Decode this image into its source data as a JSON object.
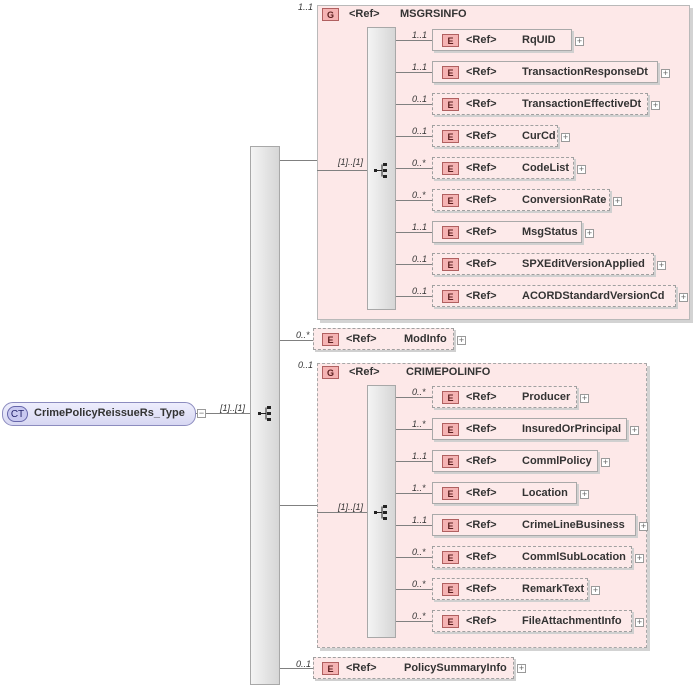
{
  "root": {
    "badge": "CT",
    "name": "CrimePolicyReissueRs_Type",
    "collapse": "−",
    "card": "[1]..[1]"
  },
  "ref_label": "<Ref>",
  "element_badge": "E",
  "group_badge": "G",
  "expand": "+",
  "groups": [
    {
      "name": "MSGRSINFO",
      "card": "1..1",
      "seq_card": "[1]..[1]",
      "children": [
        {
          "card": "1..1",
          "name": "RqUID"
        },
        {
          "card": "1..1",
          "name": "TransactionResponseDt"
        },
        {
          "card": "0..1",
          "name": "TransactionEffectiveDt"
        },
        {
          "card": "0..1",
          "name": "CurCd"
        },
        {
          "card": "0..*",
          "name": "CodeList"
        },
        {
          "card": "0..*",
          "name": "ConversionRate"
        },
        {
          "card": "1..1",
          "name": "MsgStatus"
        },
        {
          "card": "0..1",
          "name": "SPXEditVersionApplied"
        },
        {
          "card": "0..1",
          "name": "ACORDStandardVersionCd"
        }
      ]
    },
    {
      "name": "CRIMEPOLINFO",
      "card": "0..1",
      "seq_card": "[1]..[1]",
      "children": [
        {
          "card": "0..*",
          "name": "Producer"
        },
        {
          "card": "1..*",
          "name": "InsuredOrPrincipal"
        },
        {
          "card": "1..1",
          "name": "CommlPolicy"
        },
        {
          "card": "1..*",
          "name": "Location"
        },
        {
          "card": "1..1",
          "name": "CrimeLineBusiness"
        },
        {
          "card": "0..*",
          "name": "CommlSubLocation"
        },
        {
          "card": "0..*",
          "name": "RemarkText"
        },
        {
          "card": "0..*",
          "name": "FileAttachmentInfo"
        }
      ]
    }
  ],
  "mod_info": {
    "card": "0..*",
    "name": "ModInfo"
  },
  "policy_summary": {
    "card": "0..1",
    "name": "PolicySummaryInfo"
  }
}
